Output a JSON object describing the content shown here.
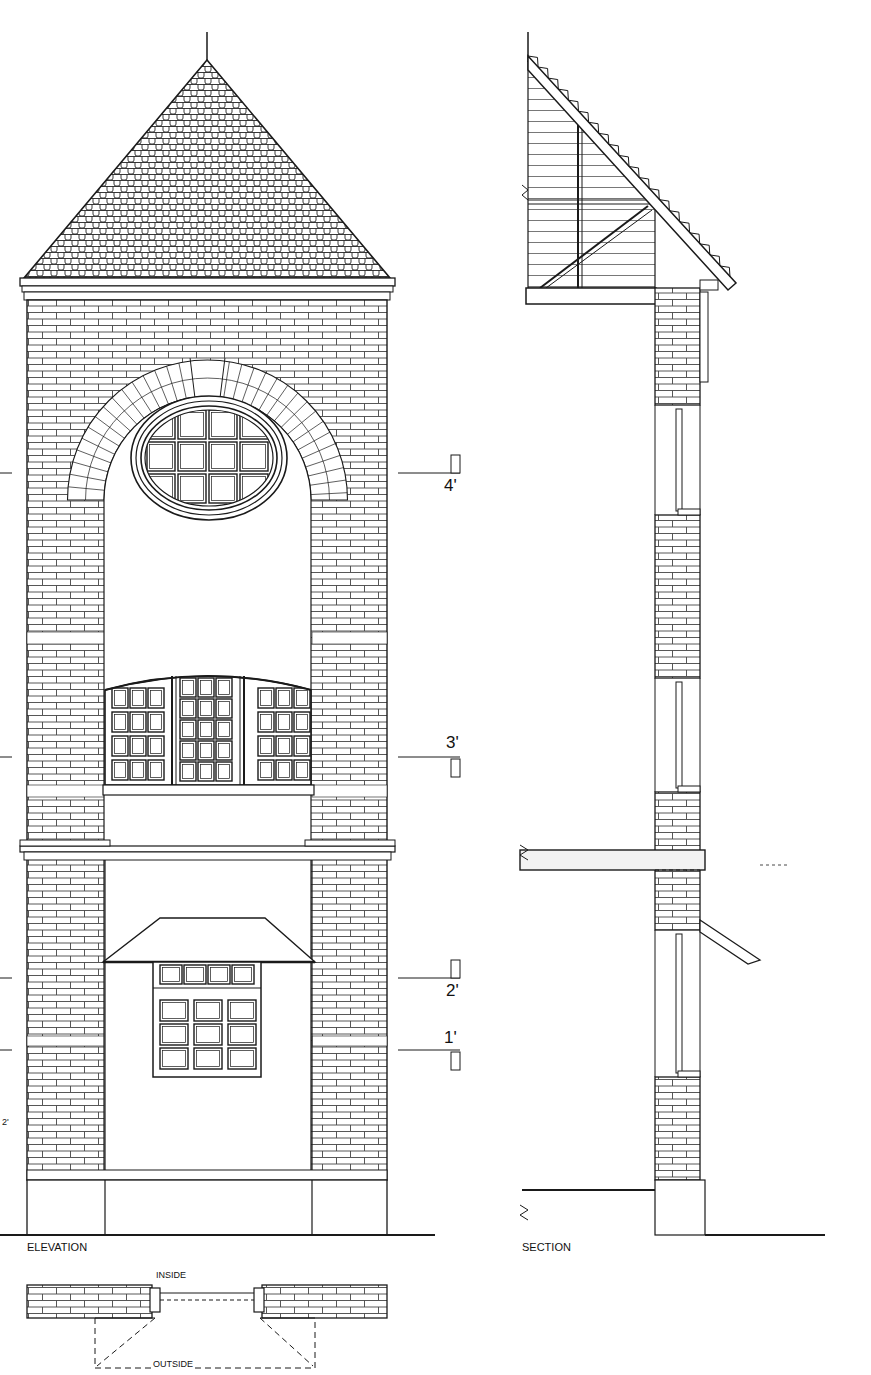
{
  "diagram": {
    "labels": [
      "4'",
      "3'",
      "2'",
      "1'",
      "2'",
      "ELEVATION",
      "SECTION",
      "INSIDE",
      "OUTSIDE"
    ]
  }
}
